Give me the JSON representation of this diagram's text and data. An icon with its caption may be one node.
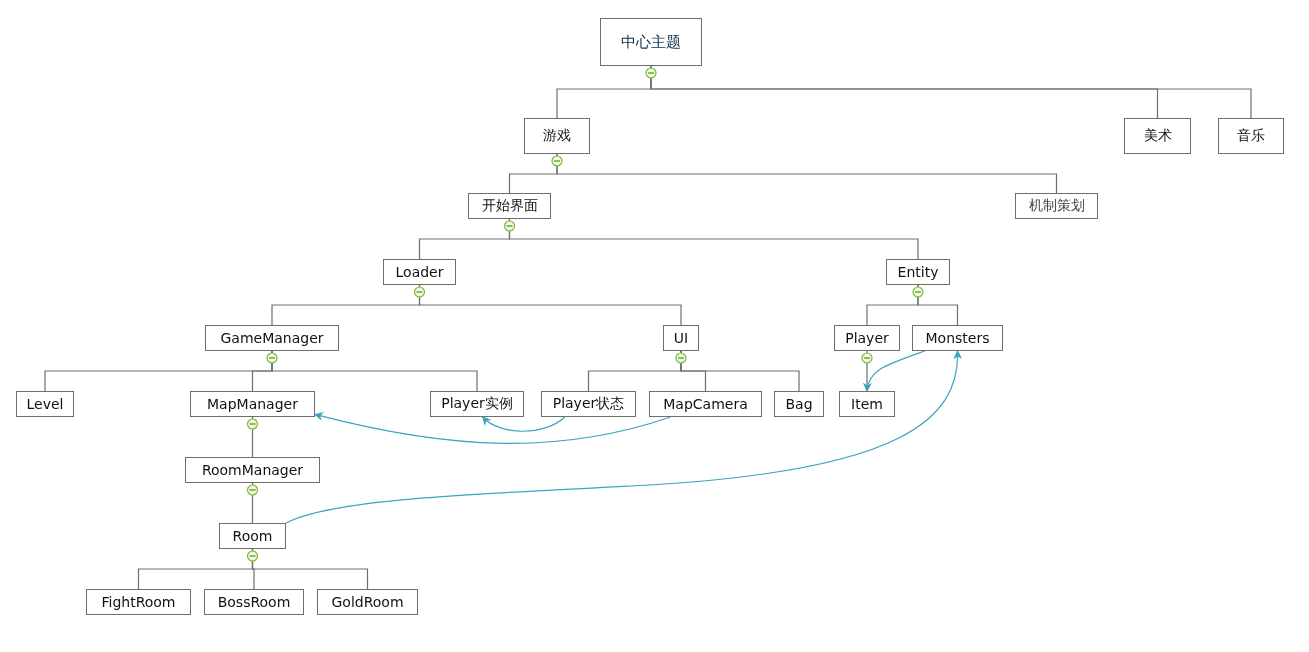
{
  "diagram": {
    "nodes": [
      {
        "text": [
          "中心主题"
        ]
      },
      {
        "text": [
          "游戏"
        ]
      },
      {
        "text": [
          "美术"
        ]
      },
      {
        "text": [
          "音乐"
        ]
      },
      {
        "text": [
          "开始界面"
        ]
      },
      {
        "text": [
          "机制策划"
        ]
      },
      {
        "text": [
          "Loader"
        ]
      },
      {
        "text": [
          "Entity"
        ]
      },
      {
        "text": [
          "GameManager"
        ]
      },
      {
        "text": [
          "UI"
        ]
      },
      {
        "text": [
          "Player"
        ]
      },
      {
        "text": [
          "Monsters"
        ]
      },
      {
        "text": [
          "Level"
        ]
      },
      {
        "text": [
          "MapManager"
        ]
      },
      {
        "text": [
          "Player实例"
        ]
      },
      {
        "text": [
          "Player状态"
        ]
      },
      {
        "text": [
          "MapCamera"
        ]
      },
      {
        "text": [
          "Bag"
        ]
      },
      {
        "text": [
          "Item"
        ]
      },
      {
        "text": [
          "RoomManager"
        ]
      },
      {
        "text": [
          "Room"
        ]
      },
      {
        "text": [
          "FightRoom"
        ]
      },
      {
        "text": [
          "BossRoom"
        ]
      },
      {
        "text": [
          "GoldRoom"
        ]
      }
    ],
    "edges": [
      {
        "from": 0,
        "to": 1,
        "arrow": "none"
      },
      {
        "from": 0,
        "to": 2,
        "arrow": "none"
      },
      {
        "from": 0,
        "to": 3,
        "arrow": "none"
      },
      {
        "from": 1,
        "to": 4,
        "arrow": "none"
      },
      {
        "from": 1,
        "to": 5,
        "arrow": "none"
      },
      {
        "from": 4,
        "to": 6,
        "arrow": "none"
      },
      {
        "from": 4,
        "to": 7,
        "arrow": "none"
      },
      {
        "from": 6,
        "to": 8,
        "arrow": "none"
      },
      {
        "from": 6,
        "to": 9,
        "arrow": "none"
      },
      {
        "from": 7,
        "to": 10,
        "arrow": "none"
      },
      {
        "from": 7,
        "to": 11,
        "arrow": "none"
      },
      {
        "from": 8,
        "to": 12,
        "arrow": "none"
      },
      {
        "from": 8,
        "to": 13,
        "arrow": "none"
      },
      {
        "from": 8,
        "to": 14,
        "arrow": "none"
      },
      {
        "from": 9,
        "to": 15,
        "arrow": "none"
      },
      {
        "from": 9,
        "to": 16,
        "arrow": "none"
      },
      {
        "from": 9,
        "to": 17,
        "arrow": "none"
      },
      {
        "from": 10,
        "to": 18,
        "arrow": "none"
      },
      {
        "from": 13,
        "to": 19,
        "arrow": "none"
      },
      {
        "from": 19,
        "to": 20,
        "arrow": "none"
      },
      {
        "from": 20,
        "to": 21,
        "arrow": "none"
      },
      {
        "from": 20,
        "to": 22,
        "arrow": "none"
      },
      {
        "from": 20,
        "to": 23,
        "arrow": "none"
      },
      {
        "from": 15,
        "to": 14,
        "arrow": "to",
        "color": "#3aa3c0"
      },
      {
        "from": 16,
        "to": 13,
        "arrow": "to",
        "color": "#3aa3c0"
      },
      {
        "from": 11,
        "to": 18,
        "arrow": "to",
        "color": "#3aa3c0"
      },
      {
        "from": 20,
        "to": 11,
        "arrow": "to",
        "color": "#3aa3c0"
      }
    ]
  }
}
